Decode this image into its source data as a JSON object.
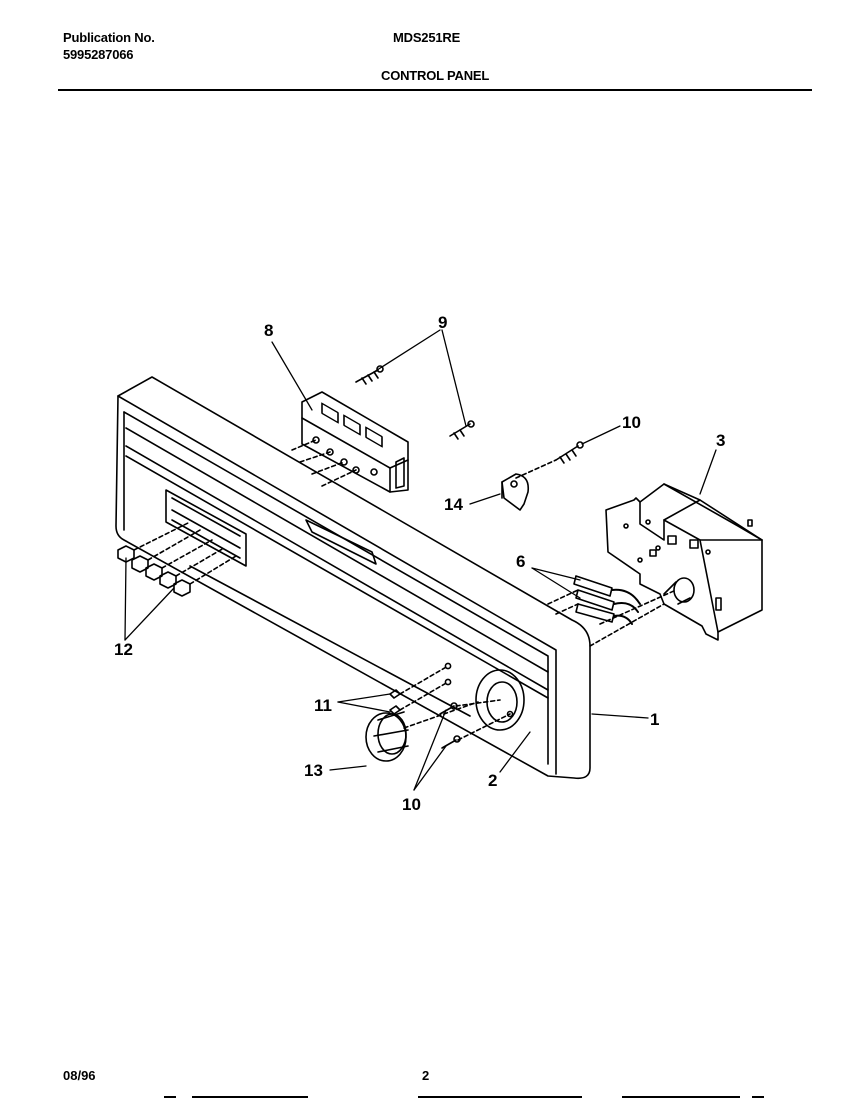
{
  "header": {
    "publication_label": "Publication No.",
    "publication_number": "5995287066",
    "model": "MDS251RE",
    "section_title": "CONTROL PANEL"
  },
  "footer": {
    "date": "08/96",
    "page_number": "2"
  },
  "callouts": {
    "c1": "1",
    "c2": "2",
    "c3": "3",
    "c6": "6",
    "c8": "8",
    "c9": "9",
    "c10a": "10",
    "c10b": "10",
    "c11": "11",
    "c12": "12",
    "c13": "13",
    "c14": "14"
  }
}
